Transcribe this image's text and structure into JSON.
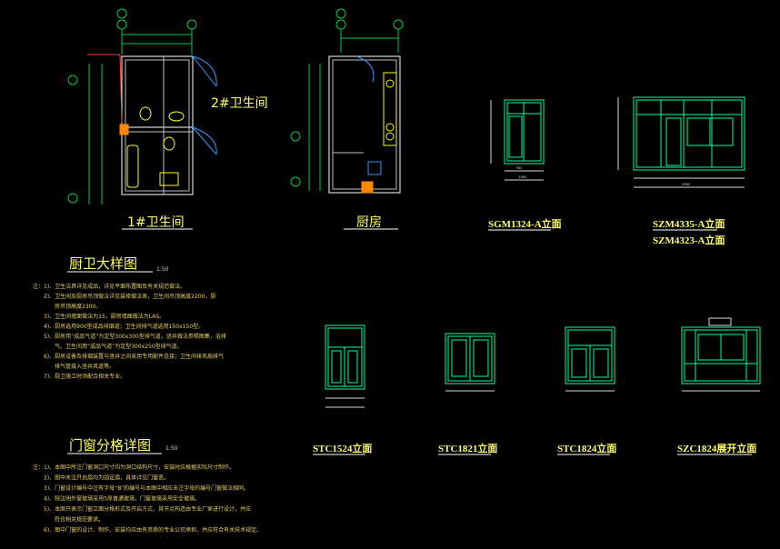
{
  "plans": {
    "bath2": "2#卫生间",
    "bath1": "1#卫生间",
    "kitchen": "厨房"
  },
  "elevations": {
    "sgm1324": "SGM1324-A立面",
    "szm4335": "SZM4335-A立面",
    "szm4323": "SZM4323-A立面",
    "stc1524": "STC1524立面",
    "stc1821": "STC1821立面",
    "stc1824": "STC1824立面",
    "szc1824": "SZC1824展开立面"
  },
  "dims": {
    "sgm_a": "750",
    "sgm_b": "1350",
    "szm": "4350"
  },
  "sections": {
    "kitchen_bath": {
      "title": "厨卫大样图",
      "scale": "1:50"
    },
    "windows": {
      "title": "门窗分格详图",
      "scale": "1:50"
    }
  },
  "notes_kitchen_bath": [
    "注：1)、卫生洁具详见成品，详见平面布置图及有关规范做法。",
    "2)、卫生间及厨房吊顶做法详见装修做法表，卫生间吊顶高度2200，厨",
    "房吊顶高度2300。",
    "3)、卫生间墙面做法为15，厨房墙面做法为LAS。",
    "4)、厨房选用900型成品排烟道；卫生间排气道选用150x150型。",
    "5)、厨房用“成品气道”为定型300x300型排气道，竖井做法参照图集，浴排",
    "气。卫生间用“成品气道”为定型300x250型排气道。",
    "6)、厨房设备及排烟装置与竖井之间采用专用配件连接；卫生间排风扇排气",
    "排气管接入竖井风道等。",
    "7)、厨卫施工时须配合相关专业。"
  ],
  "notes_windows": [
    "注：1)、本图中所注门窗洞口尺寸均为洞口结构尺寸，安装时应根据实际尺寸制作。",
    "2)、图中未注开启扇均为固定扇，具体详见门窗表。",
    "3)、门窗设计编号中注有字母“B”的编号与本图中相应未注字母的编号门窗做法相同。",
    "4)、除注明外窗玻璃采用5厚普通玻璃，门窗玻璃采用安全玻璃。",
    "5)、本图只表示门窗立面分格形式及开启方式，其节点构造由专业厂家进行设计，并应",
    "符合相关规范要求。",
    "6)、图中门窗的设计、制作、安装均应由有资质的专业公司承担，并应符合有关技术规定。"
  ]
}
